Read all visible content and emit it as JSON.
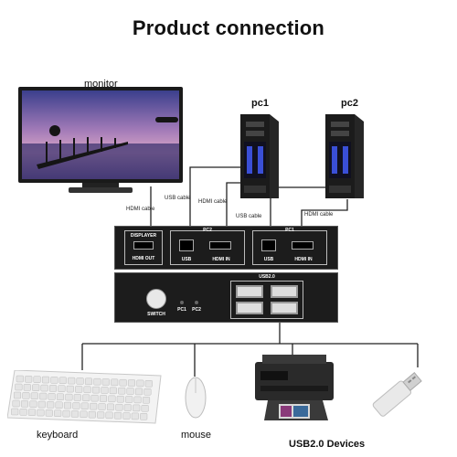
{
  "title": "Product connection",
  "devices": {
    "monitor": "monitor",
    "pc1": "pc1",
    "pc2": "pc2",
    "keyboard": "keyboard",
    "mouse": "mouse",
    "usb_devices": "USB2.0 Devices"
  },
  "cables": {
    "hdmi_monitor": "HDMI cable",
    "usb_pc2": "USB cable",
    "hdmi_pc2": "HDMI cable",
    "usb_pc1": "USB cable",
    "hdmi_pc1": "HDMI cable"
  },
  "switch_back": {
    "displayer": "DISPLAYER",
    "hdmi_out": "HDMI OUT",
    "pc2": "PC2",
    "pc1": "PC1",
    "usb_a": "USB",
    "hdmi_in_a": "HDMI IN",
    "usb_b": "USB",
    "hdmi_in_b": "HDMI IN"
  },
  "switch_front": {
    "usb20": "USB2.0",
    "switch": "SWITCH",
    "pc1": "PC1",
    "pc2": "PC2"
  },
  "colors": {
    "device_body": "#2a2a2a",
    "panel_face": "#1c1c1c",
    "accent_blue": "#3a4fd6"
  }
}
